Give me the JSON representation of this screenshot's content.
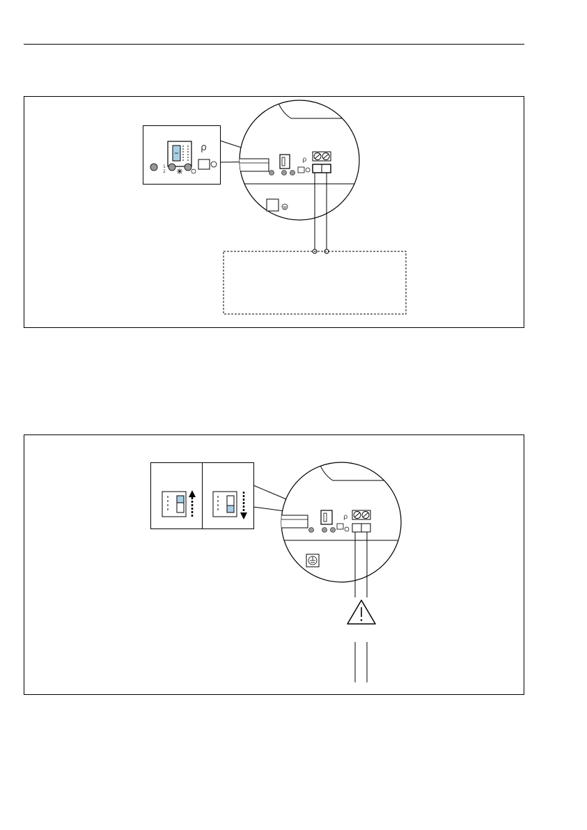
{
  "page": {
    "background": "#ffffff",
    "line_color": "#000000",
    "accent_fill": "#a9cfe6"
  },
  "figure_top": {
    "rho_symbol": "ρ",
    "detail_rho_symbol": "ρ",
    "dip_numbers": [
      "1",
      "2"
    ],
    "icons": [
      "rho-symbol-icon",
      "led-icon",
      "sun-icon",
      "power-icon",
      "lock-icon",
      "ground-icon"
    ]
  },
  "figure_bottom": {
    "rho_symbol": "ρ",
    "icons": [
      "arrow-up-icon",
      "arrow-down-icon",
      "warning-icon",
      "ground-icon"
    ]
  }
}
